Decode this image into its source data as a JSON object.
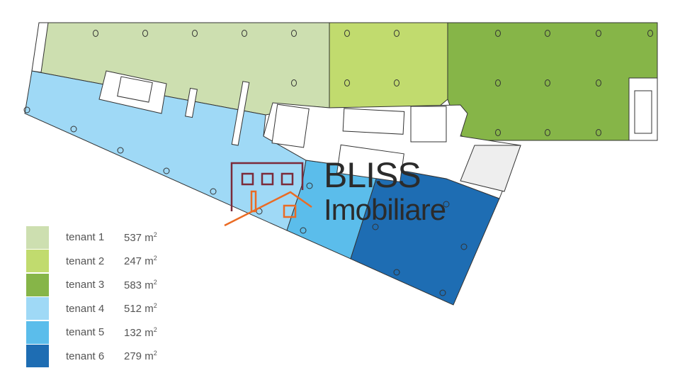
{
  "title": "Floor plan - tenant areas",
  "legend": [
    {
      "name": "tenant 1",
      "area": "537",
      "unit": "m",
      "sup": "2",
      "color": "#cddfb0"
    },
    {
      "name": "tenant 2",
      "area": "247",
      "unit": "m",
      "sup": "2",
      "color": "#c1db6e"
    },
    {
      "name": "tenant 3",
      "area": "583",
      "unit": "m",
      "sup": "2",
      "color": "#86b548"
    },
    {
      "name": "tenant 4",
      "area": "512",
      "unit": "m",
      "sup": "2",
      "color": "#9fd9f6"
    },
    {
      "name": "tenant 5",
      "area": "132",
      "unit": "m",
      "sup": "2",
      "color": "#5bbdeb"
    },
    {
      "name": "tenant 6",
      "area": "279",
      "unit": "m",
      "sup": "2",
      "color": "#1e6db3"
    }
  ],
  "logo": {
    "line1": "BLISS",
    "line2": "Imobiliare",
    "house_color": "#7b2b3a",
    "roof_color": "#ea6b24"
  }
}
